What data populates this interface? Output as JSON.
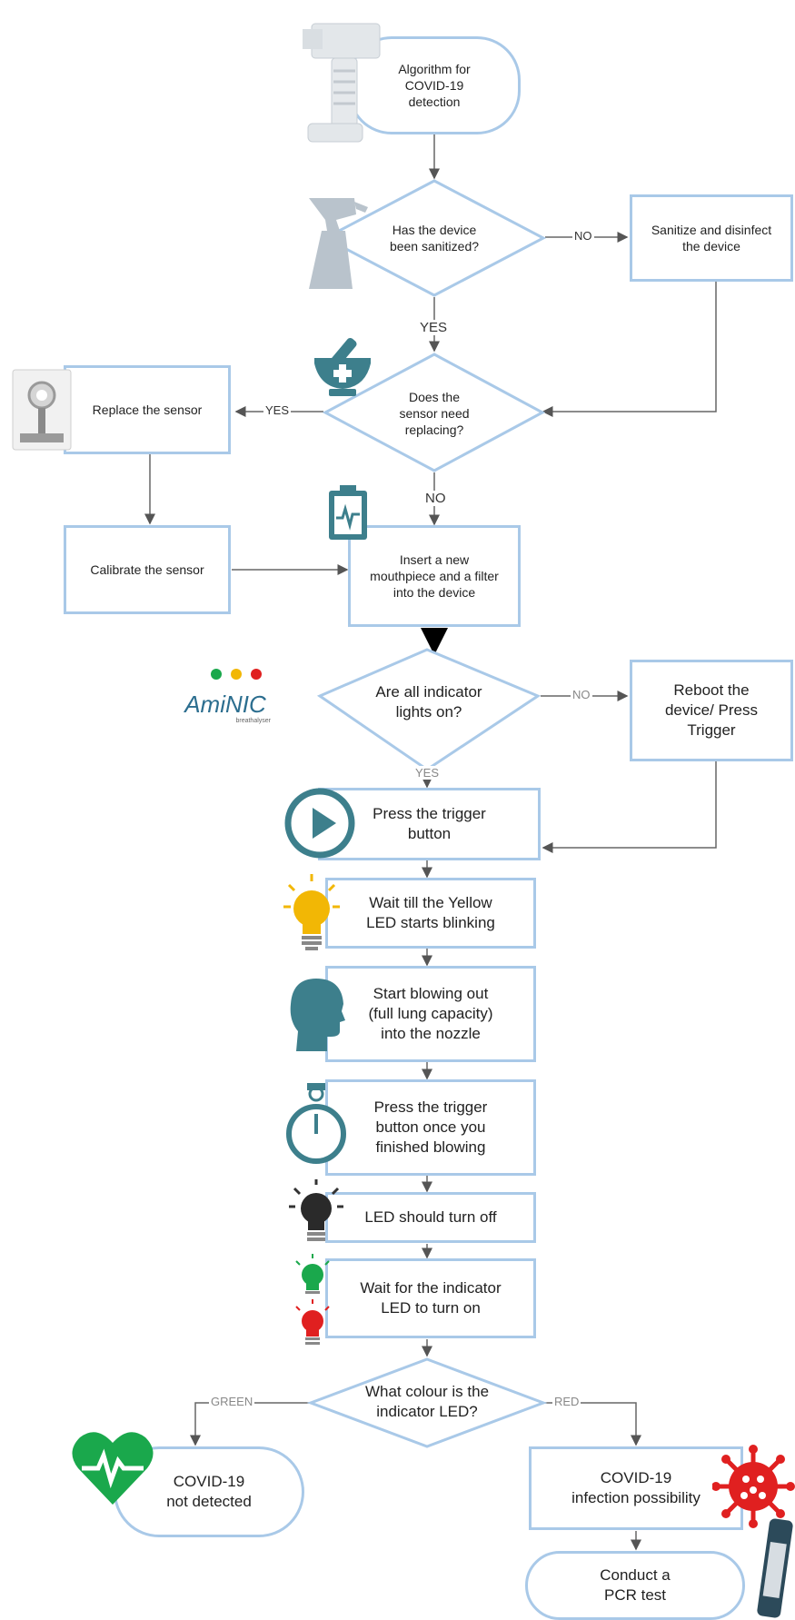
{
  "flowchart": {
    "start": "Algorithm for\nCOVID-19\ndetection",
    "q_sanitized": "Has the device\nbeen sanitized?",
    "sanitize": "Sanitize and disinfect\nthe device",
    "q_sensor": "Does the\nsensor need\nreplacing?",
    "replace_sensor": "Replace the sensor",
    "calibrate": "Calibrate the sensor",
    "insert": "Insert a new\nmouthpiece and a filter\ninto the device",
    "q_lights": "Are all indicator\nlights on?",
    "reboot": "Reboot the\ndevice/ Press\nTrigger",
    "press_trigger": "Press the trigger\nbutton",
    "wait_yellow": "Wait till the Yellow\nLED starts blinking",
    "blow": "Start blowing out\n(full lung capacity)\ninto the nozzle",
    "press_finish": "Press the trigger\nbutton once you\nfinished blowing",
    "led_off": "LED should turn off",
    "wait_indicator": "Wait for the indicator\nLED to turn on",
    "q_colour": "What colour is the\nindicator LED?",
    "not_detected": "COVID-19\nnot detected",
    "possibility": "COVID-19\ninfection possibility",
    "pcr": "Conduct a\nPCR test"
  },
  "labels": {
    "no1": "NO",
    "yes1": "YES",
    "yes2": "YES",
    "no2": "NO",
    "no3": "NO",
    "yes3": "YES",
    "green": "GREEN",
    "red": "RED"
  },
  "logo": {
    "brand": "AmiNIC",
    "tagline": "breathalyser"
  },
  "colors": {
    "border": "#a9c9e8",
    "icon_grey": "#b9c3cc",
    "teal": "#3d7f8c",
    "yellow": "#f2b705",
    "green": "#1aa84c",
    "red": "#e02020",
    "dark": "#333333"
  },
  "icons": [
    "device-icon",
    "spray-bottle-icon",
    "mortar-pestle-icon",
    "sensor-icon",
    "battery-icon",
    "play-button-icon",
    "yellow-bulb-icon",
    "head-profile-icon",
    "stopwatch-icon",
    "black-bulb-icon",
    "green-red-bulbs-icon",
    "heart-pulse-icon",
    "virus-icon",
    "pcr-tube-icon"
  ]
}
